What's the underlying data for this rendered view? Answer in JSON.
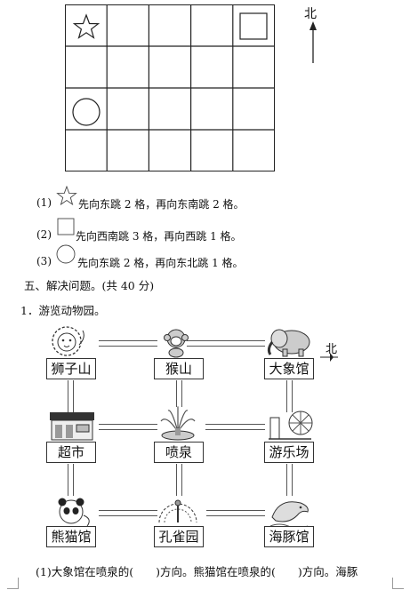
{
  "grid": {
    "rows": 4,
    "cols": 5
  },
  "north_label_top": "北",
  "questions": [
    {
      "num": "(1)",
      "shape": "star-icon",
      "text": "先向东跳 2 格，再向东南跳 2 格。"
    },
    {
      "num": "(2)",
      "shape": "square-icon",
      "text": "先向西南跳 3 格，再向西跳 1 格。"
    },
    {
      "num": "(3)",
      "shape": "circle-icon",
      "text": "先向东跳 2 格，再向东北跳 1 格。"
    }
  ],
  "section_heading": "五、解决问题。(共 40 分)",
  "problem_title": "1．游览动物园。",
  "north_label_map": "北",
  "locations": {
    "lion": "狮子山",
    "monkey": "猴山",
    "elephant": "大象馆",
    "supermarket": "超市",
    "fountain": "喷泉",
    "amusement": "游乐场",
    "panda": "熊猫馆",
    "peacock": "孔雀园",
    "dolphin": "海豚馆"
  },
  "bottom_question": "(1)大象馆在喷泉的(　　)方向。熊猫馆在喷泉的(　　)方向。海豚"
}
